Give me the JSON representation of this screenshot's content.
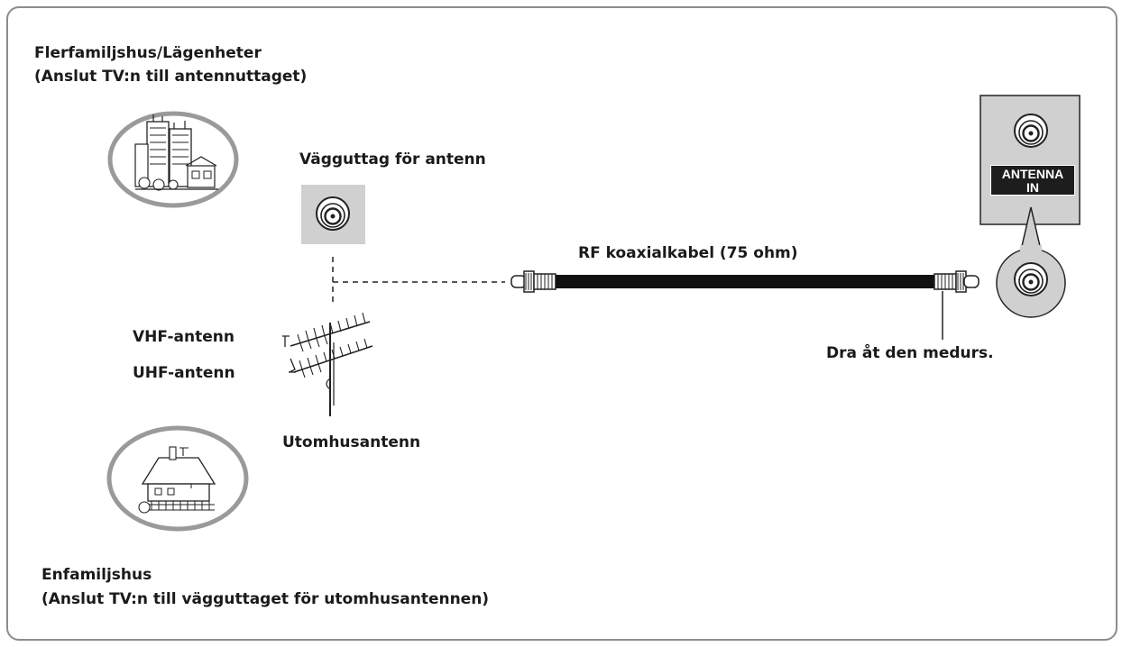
{
  "multi_family": {
    "title": "Flerfamiljshus/Lägenheter",
    "note": "(Anslut TV:n till antennuttaget)"
  },
  "wall_outlet_label": "Vägguttag för antenn",
  "cable_label": "RF koaxialkabel (75 ohm)",
  "tighten_label": "Dra åt den medurs.",
  "vhf_label": "VHF-antenn",
  "uhf_label": "UHF-antenn",
  "outdoor_label": "Utomhusantenn",
  "single_family": {
    "title": "Enfamiljshus",
    "note": "(Anslut TV:n till vägguttaget för utomhusantennen)"
  },
  "tv_port": {
    "line1": "ANTENNA",
    "line2": "IN"
  },
  "colors": {
    "panel_gray": "#d0d0d0",
    "frame_gray": "#8c8c8c",
    "label_black": "#1d1d1d"
  }
}
